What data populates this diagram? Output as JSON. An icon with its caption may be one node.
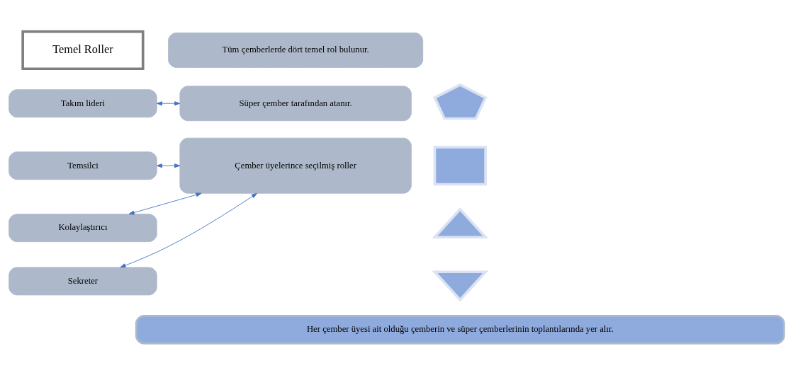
{
  "diagram": {
    "nodes": [
      {
        "text": [
          "Temel Roller"
        ]
      },
      {
        "text": [
          "Tüm çemberlerde dört temel rol bulunur."
        ]
      },
      {
        "text": [],
        "shape": "pentagon"
      },
      {
        "text": [
          "Takım lideri"
        ]
      },
      {
        "text": [
          "Süper çember tarafından atanır."
        ]
      },
      {
        "text": [],
        "shape": "box"
      },
      {
        "text": [
          "Temsilci"
        ]
      },
      {
        "text": [
          "Çember üyelerince seçilmiş roller"
        ]
      },
      {
        "text": [],
        "shape": "triangle"
      },
      {
        "text": [
          "Kolaylaştırıcı"
        ]
      },
      {
        "text": [],
        "shape": "invtriangle"
      },
      {
        "text": [
          "Sekreter"
        ]
      },
      {
        "text": [
          "Her çember üyesi ait olduğu çemberin ve süper çemberlerinin toplantılarında yer alır."
        ]
      }
    ],
    "edges": [
      {
        "from": 3,
        "to": 4,
        "arrow": "both"
      },
      {
        "from": 6,
        "to": 7,
        "arrow": "both"
      },
      {
        "from": 9,
        "to": 7,
        "arrow": "both"
      },
      {
        "from": 11,
        "to": 7,
        "arrow": "both"
      }
    ]
  }
}
